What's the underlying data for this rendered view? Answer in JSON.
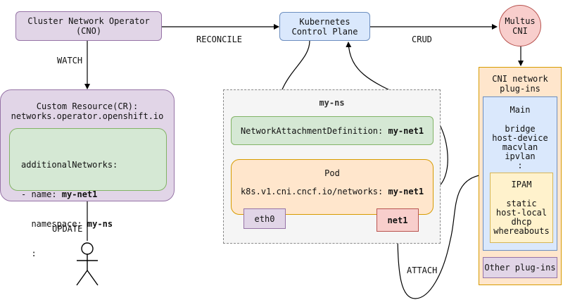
{
  "cno": {
    "line1": "Cluster Network Operator",
    "line2": "(CNO)"
  },
  "k8s": {
    "line1": "Kubernetes",
    "line2": "Control Plane"
  },
  "multus": {
    "line1": "Multus",
    "line2": "CNI"
  },
  "edges": {
    "reconcile": "RECONCILE",
    "crud": "CRUD",
    "watch": "WATCH",
    "update": "UPDATE",
    "attach": "ATTACH"
  },
  "cr": {
    "title1": "Custom Resource(CR):",
    "title2": "networks.operator.openshift.io",
    "line1": "additionalNetworks:",
    "line2_prefix": "- name: ",
    "line2_value": "my-net1",
    "line3_prefix": "  namespace: ",
    "line3_value": "my-ns",
    "line4": "  :"
  },
  "ns": {
    "label": "my-ns"
  },
  "nad": {
    "prefix": "NetworkAttachmentDefinition: ",
    "value": "my-net1"
  },
  "pod": {
    "title": "Pod",
    "ann_prefix": "k8s.v1.cni.cncf.io/networks: ",
    "ann_value": "my-net1",
    "eth0": "eth0",
    "net1": "net1"
  },
  "plugins": {
    "title1": "CNI network",
    "title2": "plug-ins",
    "main_title": "Main",
    "main_items": [
      "bridge",
      "host-device",
      "macvlan",
      "ipvlan",
      ":"
    ],
    "ipam_title": "IPAM",
    "ipam_items": [
      "static",
      "host-local",
      "dhcp",
      "whereabouts"
    ],
    "other": "Other plug-ins"
  },
  "colors": {
    "purple_fill": "#e1d5e7",
    "purple_stroke": "#9673a6",
    "blue_fill": "#dae8fc",
    "blue_stroke": "#6c8ebf",
    "green_fill": "#d5e8d4",
    "green_stroke": "#82b366",
    "orange_fill": "#ffe6cc",
    "orange_stroke": "#d79b00",
    "red_fill": "#f8cecc",
    "red_stroke": "#b85450",
    "yellow_fill": "#fff2cc",
    "yellow_stroke": "#d6b656"
  }
}
